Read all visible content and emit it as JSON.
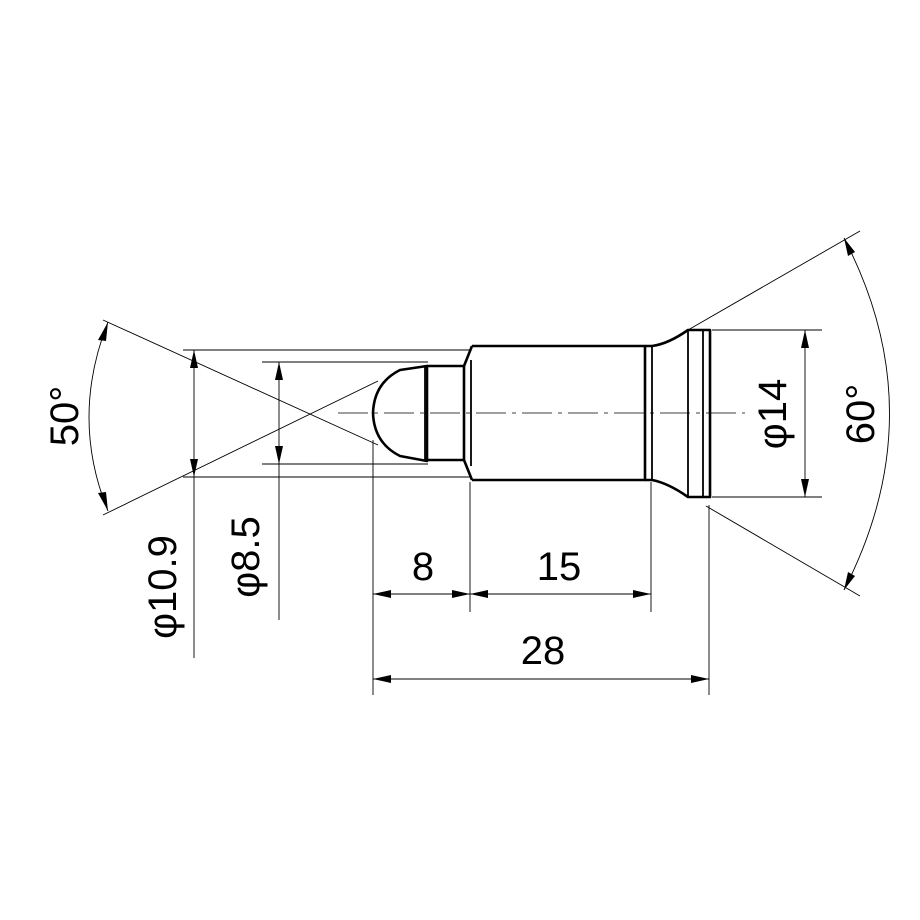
{
  "dimensions": {
    "angle_left": "50°",
    "dia_10_9": "φ10.9",
    "dia_8_5": "φ8.5",
    "len_8": "8",
    "len_15": "15",
    "len_28": "28",
    "dia_14": "φ14",
    "angle_right": "60°"
  }
}
